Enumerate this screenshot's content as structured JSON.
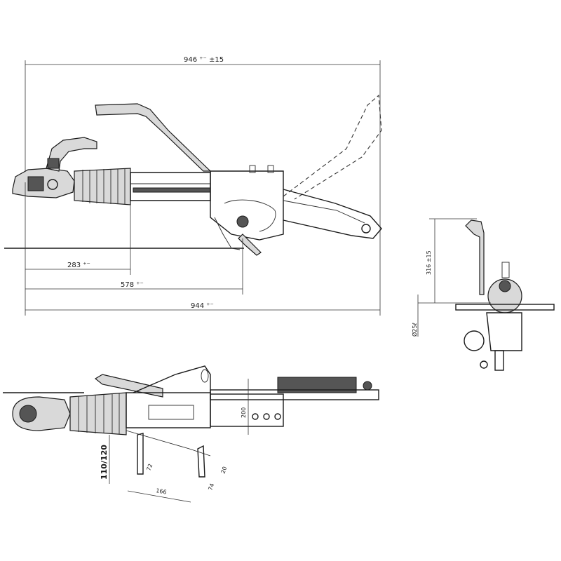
{
  "side_view": {
    "dim_overall_top": "946 ⁺⁻ ±15",
    "dim_283": "283 ⁺⁻",
    "dim_578": "578 ⁺⁻",
    "dim_944": "944 ⁺⁻"
  },
  "front_view": {
    "dim_handle_height": "316 ±15",
    "dim_lower": "Ø25ℓ"
  },
  "top_view": {
    "dim_110_120": "110/120",
    "dim_200": "200",
    "dim_166": "166",
    "dim_bolt_left": "72",
    "dim_bolt_right": "74",
    "dim_angle": "20"
  }
}
